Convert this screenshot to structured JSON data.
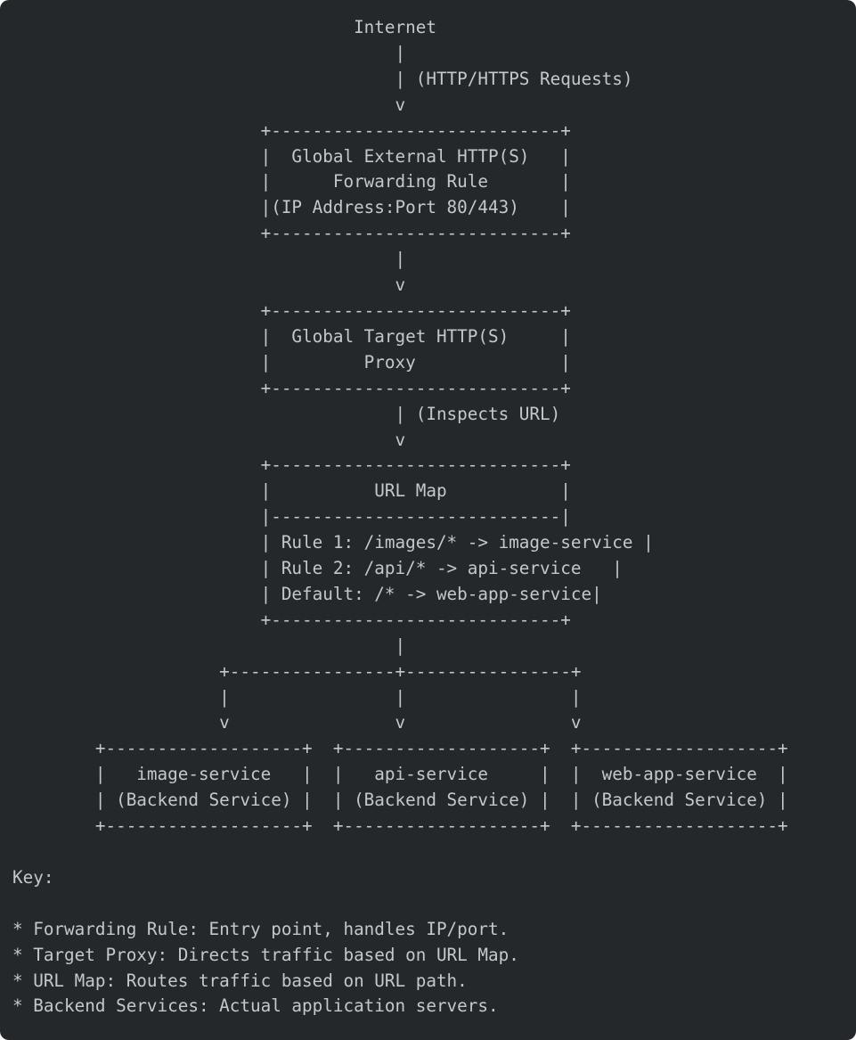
{
  "colors": {
    "background": "#25282b",
    "text": "#c5c8ca"
  },
  "diagram": {
    "description_of_structure": {
      "top_node": "Internet",
      "edge_label_1": "(HTTP/HTTPS Requests)",
      "box_1": [
        "Global External HTTP(S)",
        "Forwarding Rule",
        "(IP Address:Port 80/443)"
      ],
      "box_2": [
        "Global Target HTTP(S)",
        "Proxy"
      ],
      "edge_label_2": "(Inspects URL)",
      "box_3_title": "URL Map",
      "box_3_rules": [
        "Rule 1: /images/* -> image-service",
        "Rule 2: /api/* -> api-service",
        "Default: /* -> web-app-service"
      ],
      "backend_boxes": [
        [
          "image-service",
          "(Backend Service)"
        ],
        [
          "api-service",
          "(Backend Service)"
        ],
        [
          "web-app-service",
          "(Backend Service)"
        ]
      ]
    },
    "lines": [
      "                                 Internet",
      "                                     |",
      "                                     | (HTTP/HTTPS Requests)",
      "                                     v",
      "                        +----------------------------+",
      "                        |  Global External HTTP(S)   |",
      "                        |      Forwarding Rule       |",
      "                        |(IP Address:Port 80/443)    |",
      "                        +----------------------------+",
      "                                     |",
      "                                     v",
      "                        +----------------------------+",
      "                        |  Global Target HTTP(S)     |",
      "                        |         Proxy              |",
      "                        +----------------------------+",
      "                                     | (Inspects URL)",
      "                                     v",
      "                        +----------------------------+",
      "                        |          URL Map           |",
      "                        |----------------------------|",
      "                        | Rule 1: /images/* -> image-service |",
      "                        | Rule 2: /api/* -> api-service   |",
      "                        | Default: /* -> web-app-service|",
      "                        +----------------------------+",
      "                                     |",
      "                    +----------------+----------------+",
      "                    |                |                |",
      "                    v                v                v",
      "        +-------------------+  +-------------------+  +-------------------+",
      "        |   image-service   |  |   api-service     |  |  web-app-service  |",
      "        | (Backend Service) |  | (Backend Service) |  | (Backend Service) |",
      "        +-------------------+  +-------------------+  +-------------------+"
    ]
  },
  "key": {
    "heading": "Key:",
    "items": [
      "* Forwarding Rule: Entry point, handles IP/port.",
      "* Target Proxy: Directs traffic based on URL Map.",
      "* URL Map: Routes traffic based on URL path.",
      "* Backend Services: Actual application servers."
    ]
  }
}
